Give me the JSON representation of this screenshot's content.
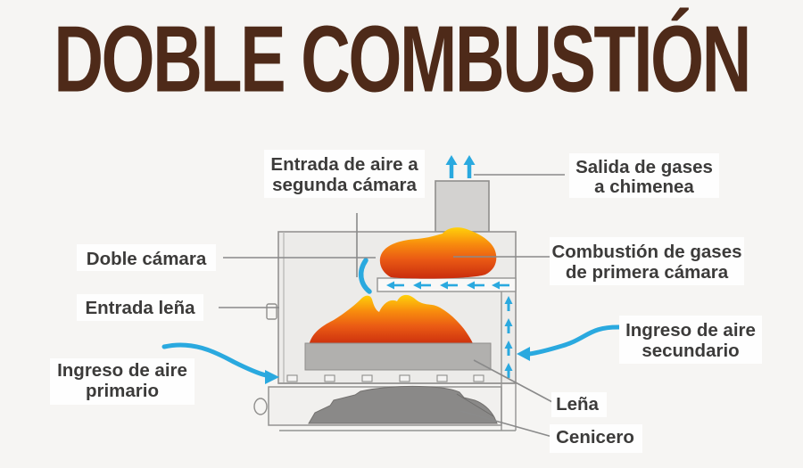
{
  "title": "DOBLE COMBUSTIÓN",
  "colors": {
    "background": "#f6f5f3",
    "title_text": "#4e2a19",
    "label_text": "#3c3b3a",
    "leader_line": "#8a8a8a",
    "stove_outline": "#949392",
    "stove_fill": "#ecebe9",
    "chimney_fill": "#d3d2d0",
    "slab_fill": "#b1b0ae",
    "ash_fill": "#8a8988",
    "air_arrow_blue": "#2aa9df",
    "flame_red": "#cc2a0e",
    "flame_orange": "#f26a12",
    "flame_yellow": "#ffd10a"
  },
  "icons": {
    "up_arrow": "↑",
    "left_arrow": "←",
    "right_arrow": "→",
    "curved_air_arrow": "curved blue swoosh"
  },
  "labels": {
    "air_to_second_chamber": {
      "line1": "Entrada de aire a",
      "line2": "segunda cámara"
    },
    "gas_outlet_to_chimney": {
      "line1": "Salida de gases",
      "line2": "a chimenea"
    },
    "double_chamber": {
      "text": "Doble cámara"
    },
    "wood_entry": {
      "text": "Entrada leña"
    },
    "primary_air_intake": {
      "line1": "Ingreso de aire",
      "line2": "primario"
    },
    "first_chamber_gas_combustion": {
      "line1": "Combustión de gases",
      "line2": "de primera cámara"
    },
    "secondary_air_intake": {
      "line1": "Ingreso de aire",
      "line2": "secundario"
    },
    "wood": {
      "text": "Leña"
    },
    "ash_pan": {
      "text": "Cenicero"
    }
  }
}
